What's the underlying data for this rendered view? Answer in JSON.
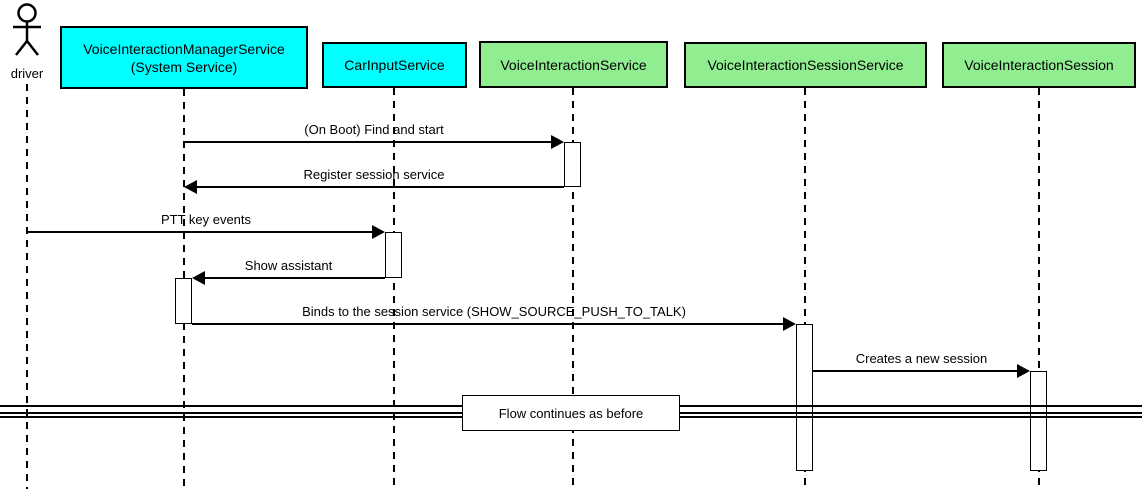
{
  "actor": {
    "label": "driver"
  },
  "participants": [
    {
      "lines": [
        "VoiceInteractionManagerService",
        "(System Service)"
      ],
      "fill": "#00ffff"
    },
    {
      "name": "CarInputService",
      "fill": "#00ffff"
    },
    {
      "name": "VoiceInteractionService",
      "fill": "#90ee90"
    },
    {
      "name": "VoiceInteractionSessionService",
      "fill": "#90ee90"
    },
    {
      "name": "VoiceInteractionSession",
      "fill": "#90ee90"
    }
  ],
  "messages": [
    {
      "label": "(On Boot) Find and start",
      "from": "VoiceInteractionManagerService",
      "to": "VoiceInteractionService"
    },
    {
      "label": "Register session service",
      "from": "VoiceInteractionService",
      "to": "VoiceInteractionManagerService"
    },
    {
      "label": "PTT key events",
      "from": "driver",
      "to": "CarInputService"
    },
    {
      "label": "Show assistant",
      "from": "CarInputService",
      "to": "VoiceInteractionManagerService"
    },
    {
      "label": "Binds to the session service (SHOW_SOURCE_PUSH_TO_TALK)",
      "from": "VoiceInteractionManagerService",
      "to": "VoiceInteractionSessionService"
    },
    {
      "label": "Creates a new session",
      "from": "VoiceInteractionSessionService",
      "to": "VoiceInteractionSession"
    }
  ],
  "divider": {
    "label": "Flow continues as before"
  },
  "colors": {
    "participant_cyan": "#00ffff",
    "participant_green": "#90ee90",
    "line": "#000000",
    "background": "#ffffff"
  }
}
